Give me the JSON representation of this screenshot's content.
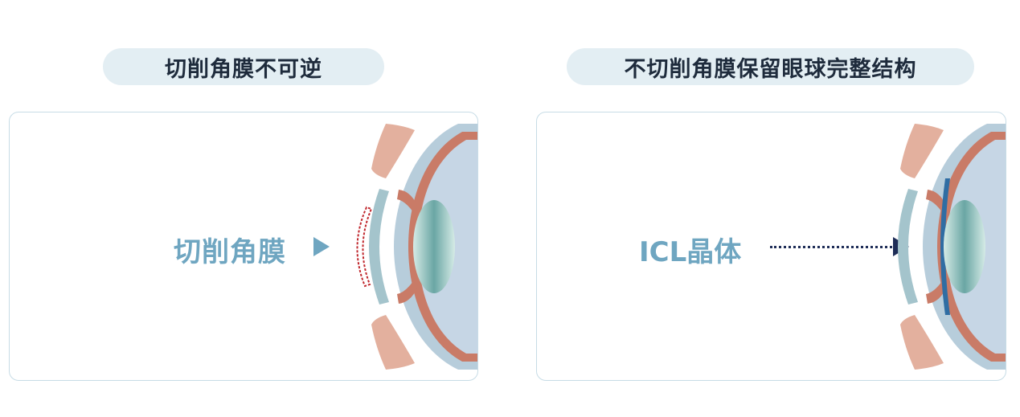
{
  "left": {
    "heading": "切削角膜不可逆",
    "label": "切削角膜",
    "icon": "right-triangle-arrow-icon"
  },
  "right": {
    "heading": "不切削角膜保留眼球完整结构",
    "label": "ICL晶体",
    "icon": "dotted-arrow-icon"
  },
  "colors": {
    "pill_bg": "#e3eef3",
    "heading_text": "#1e2b3c",
    "label_text": "#6fa6c1",
    "panel_border": "#c7dce6",
    "dark_arrow": "#1e2d57",
    "cut_marker": "#c0272d",
    "icl_lens": "#2f6da3"
  }
}
